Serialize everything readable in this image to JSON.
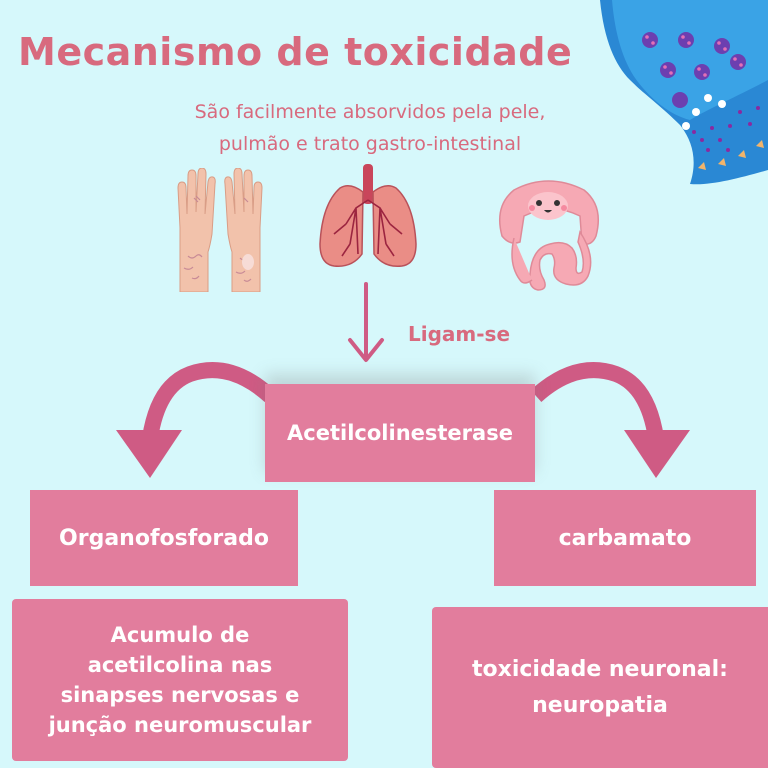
{
  "title": "Mecanismo de toxicidade",
  "subtitle_line1": "São facilmente absorvidos pela pele,",
  "subtitle_line2": "pulmão e trato gastro-intestinal",
  "arrow_label": "Ligam-se",
  "center_box": "Acetilcolinesterase",
  "left_box": "Organofosforado",
  "right_box": "carbamato",
  "left_result": [
    "Acumulo de",
    "acetilcolina nas",
    "sinapses nervosas e",
    "junção neuromuscular"
  ],
  "right_result": [
    "toxicidade neuronal:",
    "neuropatia"
  ],
  "icons": [
    "hands-icon",
    "lungs-icon",
    "intestine-icon",
    "synapse-icon"
  ],
  "colors": {
    "background": "#d6f8fb",
    "accent": "#d86a7e",
    "box": "#e27d9d",
    "arrow": "#cf5b84",
    "synapse": "#2f8fd6"
  }
}
